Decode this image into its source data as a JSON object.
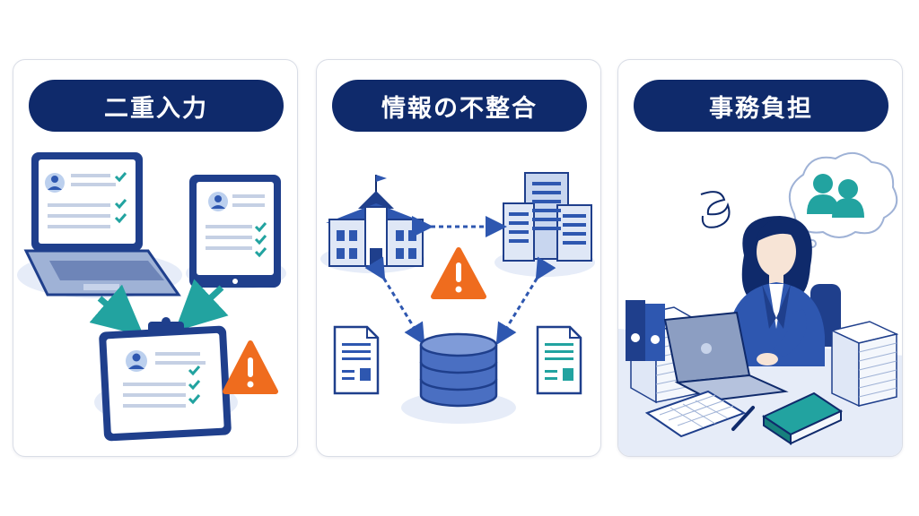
{
  "panels": [
    {
      "title": "二重入力"
    },
    {
      "title": "情報の不整合"
    },
    {
      "title": "事務負担"
    }
  ],
  "colors": {
    "navy": "#0f2a6b",
    "blue": "#2e57b0",
    "teal": "#22a3a0",
    "warning": "#ef6c1e",
    "light_blue": "#e6ecf8"
  },
  "icons": {
    "panel1": [
      "laptop-icon",
      "tablet-icon",
      "clipboard-icon",
      "warning-icon",
      "arrow-icon"
    ],
    "panel2": [
      "school-building-icon",
      "office-buildings-icon",
      "database-icon",
      "document-icon",
      "warning-icon",
      "dashed-arrow-icon"
    ],
    "panel3": [
      "office-worker-icon",
      "paper-stack-icon",
      "binder-icon",
      "laptop-icon",
      "thought-bubble-icon",
      "users-icon",
      "calendar-icon",
      "pen-icon",
      "book-icon",
      "stress-scribble-icon"
    ]
  }
}
